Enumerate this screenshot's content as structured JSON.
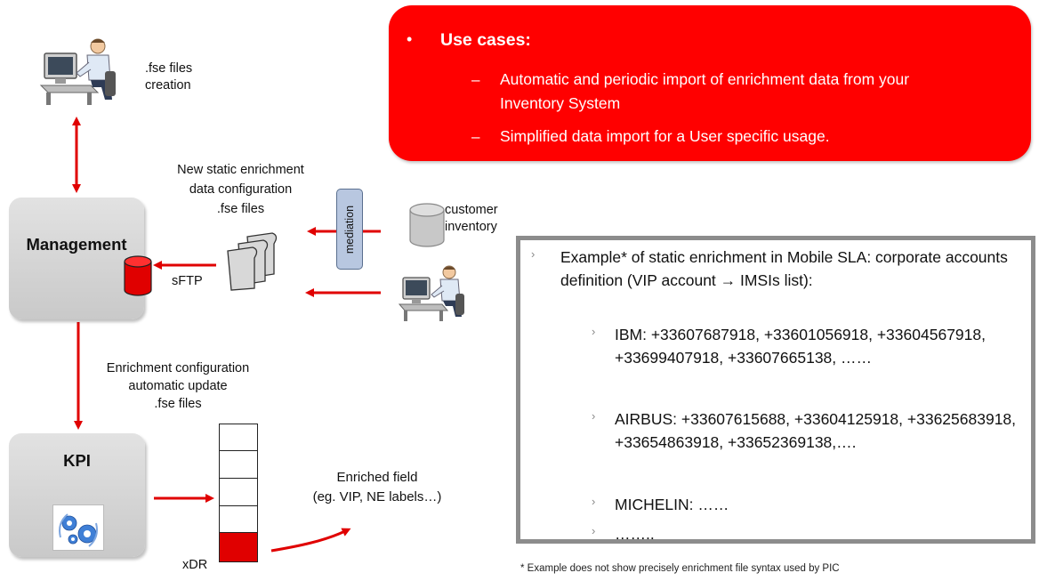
{
  "use_cases": {
    "bullet": "•",
    "title": "Use cases:",
    "items": [
      {
        "dash": "–",
        "line1": "Automatic and periodic import of enrichment data from your",
        "line2": "Inventory System"
      },
      {
        "dash": "–",
        "line1": "Simplified data import for a User specific usage."
      }
    ]
  },
  "labels": {
    "fse_creation_1": ".fse files",
    "fse_creation_2": "creation",
    "new_static_1": "New static enrichment",
    "new_static_2": "data configuration",
    "new_static_3": ".fse files",
    "mediation": "mediation",
    "customer_1": "customer",
    "customer_2": "inventory",
    "sftp": "sFTP",
    "management": "Management",
    "enrich_cfg_1": "Enrichment configuration",
    "enrich_cfg_2": "automatic update",
    "enrich_cfg_3": ".fse files",
    "kpi": "KPI",
    "enriched_1": "Enriched  field",
    "enriched_2": "(eg. VIP, NE labels…)",
    "xdr": "xDR"
  },
  "example": {
    "bullet": "›",
    "intro": "Example* of static enrichment in Mobile  SLA: corporate accounts definition (VIP account → IMSIs list):",
    "items": [
      "IBM: +33607687918, +33601056918, +33604567918, +33699407918, +33607665138, ……",
      "AIRBUS: +33607615688, +33604125918, +33625683918, +33654863918, +33652369138,….",
      "MICHELIN: ……",
      "…….."
    ]
  },
  "footnote": "* Example does not show precisely enrichment  file syntax used by PIC",
  "colors": {
    "accent_red": "#ff0000",
    "module_grey": "#d0d0d0",
    "example_border": "#8c8c8c",
    "mediation_fill": "#b8c7e0"
  },
  "icons": {
    "workstation": "person-at-computer-icon",
    "database": "database-cylinder-icon",
    "files": "document-stack-icon",
    "gears": "gears-icon"
  }
}
